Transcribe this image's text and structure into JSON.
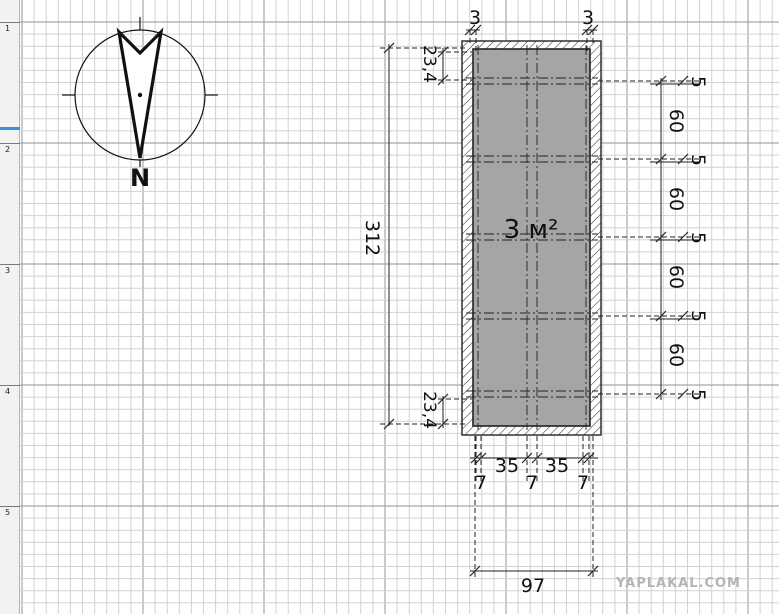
{
  "ruler": {
    "marks": [
      "1",
      "2",
      "3",
      "4",
      "5"
    ]
  },
  "compass": {
    "north_label": "N"
  },
  "room": {
    "area_label": "3 м²"
  },
  "dimensions": {
    "wall_top_left": "3",
    "wall_top_right": "3",
    "offset_top": "23,4",
    "offset_bottom": "23,4",
    "total_height": "312",
    "right_gap_1": "5",
    "right_span_1": "60",
    "right_gap_2": "5",
    "right_span_2": "60",
    "right_gap_3": "5",
    "right_span_3": "60",
    "right_gap_4": "5",
    "right_span_4": "60",
    "right_gap_5": "5",
    "bottom_span_1": "35",
    "bottom_span_2": "35",
    "bottom_gap_1": "7",
    "bottom_gap_2": "7",
    "bottom_gap_3": "7",
    "total_width": "97"
  },
  "watermark": "YAPLAKAL.COM"
}
